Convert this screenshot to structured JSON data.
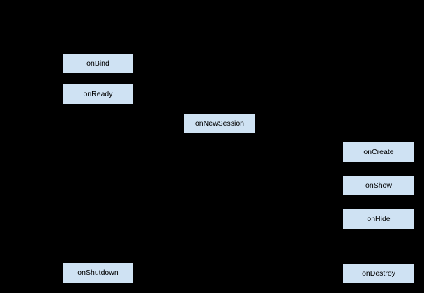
{
  "diagram": {
    "type": "lifecycle-flowchart",
    "nodes": [
      {
        "id": "onbind",
        "label": "onBind"
      },
      {
        "id": "onready",
        "label": "onReady"
      },
      {
        "id": "onnewsession",
        "label": "onNewSession"
      },
      {
        "id": "oncreate",
        "label": "onCreate"
      },
      {
        "id": "onshow",
        "label": "onShow"
      },
      {
        "id": "onhide",
        "label": "onHide"
      },
      {
        "id": "onshutdown",
        "label": "onShutdown"
      },
      {
        "id": "ondestroy",
        "label": "onDestroy"
      }
    ],
    "colors": {
      "background": "#000000",
      "node_fill": "#cfe2f3",
      "node_border": "#000000",
      "node_text": "#000000"
    }
  }
}
